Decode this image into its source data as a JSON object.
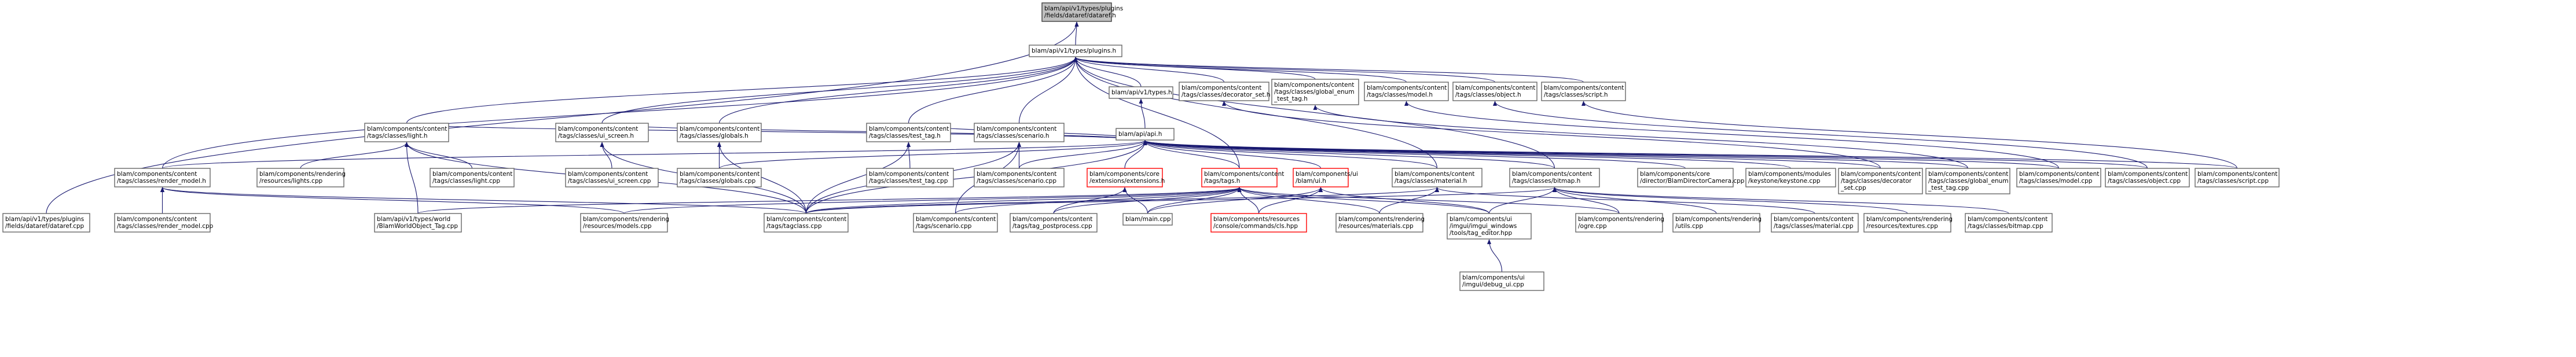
{
  "graph": {
    "colors": {
      "edge": "#191970",
      "root_fill": "#bfbfbf",
      "border": "#666666",
      "alert_border": "#ff0000"
    },
    "nodes": [
      {
        "id": "dataref_h",
        "lines": [
          "blam/api/v1/types/plugins",
          "/fields/dataref/dataref.h"
        ],
        "kind": "root"
      },
      {
        "id": "plugins_h",
        "lines": [
          "blam/api/v1/types/plugins.h"
        ]
      },
      {
        "id": "types_h",
        "lines": [
          "blam/api/v1/types.h"
        ]
      },
      {
        "id": "decorator_set_h",
        "lines": [
          "blam/components/content",
          "/tags/classes/decorator_set.h"
        ]
      },
      {
        "id": "global_enum_test_tag_h",
        "lines": [
          "blam/components/content",
          "/tags/classes/global_enum",
          "_test_tag.h"
        ]
      },
      {
        "id": "model_h",
        "lines": [
          "blam/components/content",
          "/tags/classes/model.h"
        ]
      },
      {
        "id": "object_h",
        "lines": [
          "blam/components/content",
          "/tags/classes/object.h"
        ]
      },
      {
        "id": "script_h",
        "lines": [
          "blam/components/content",
          "/tags/classes/script.h"
        ]
      },
      {
        "id": "api_h",
        "lines": [
          "blam/api/api.h"
        ]
      },
      {
        "id": "light_h",
        "lines": [
          "blam/components/content",
          "/tags/classes/light.h"
        ]
      },
      {
        "id": "ui_screen_h",
        "lines": [
          "blam/components/content",
          "/tags/classes/ui_screen.h"
        ]
      },
      {
        "id": "globals_h",
        "lines": [
          "blam/components/content",
          "/tags/classes/globals.h"
        ]
      },
      {
        "id": "test_tag_h",
        "lines": [
          "blam/components/content",
          "/tags/classes/test_tag.h"
        ]
      },
      {
        "id": "scenario_h",
        "lines": [
          "blam/components/content",
          "/tags/classes/scenario.h"
        ]
      },
      {
        "id": "render_model_h",
        "lines": [
          "blam/components/content",
          "/tags/classes/render_model.h"
        ]
      },
      {
        "id": "lights_cpp",
        "lines": [
          "blam/components/rendering",
          "/resources/lights.cpp"
        ]
      },
      {
        "id": "light_cpp",
        "lines": [
          "blam/components/content",
          "/tags/classes/light.cpp"
        ]
      },
      {
        "id": "ui_screen_cpp",
        "lines": [
          "blam/components/content",
          "/tags/classes/ui_screen.cpp"
        ]
      },
      {
        "id": "globals_cpp",
        "lines": [
          "blam/components/content",
          "/tags/classes/globals.cpp"
        ]
      },
      {
        "id": "test_tag_cpp",
        "lines": [
          "blam/components/content",
          "/tags/classes/test_tag.cpp"
        ]
      },
      {
        "id": "scenario_cpp_c",
        "lines": [
          "blam/components/content",
          "/tags/classes/scenario.cpp"
        ]
      },
      {
        "id": "extensions_h",
        "lines": [
          "blam/components/core",
          "/extensions/extensions.h"
        ],
        "kind": "red"
      },
      {
        "id": "tags_h",
        "lines": [
          "blam/components/content",
          "/tags/tags.h"
        ],
        "kind": "red"
      },
      {
        "id": "ui_h",
        "lines": [
          "blam/components/ui",
          "/blam/ui.h"
        ],
        "kind": "red"
      },
      {
        "id": "material_h",
        "lines": [
          "blam/components/content",
          "/tags/classes/material.h"
        ]
      },
      {
        "id": "bitmap_h",
        "lines": [
          "blam/components/content",
          "/tags/classes/bitmap.h"
        ]
      },
      {
        "id": "camera_cpp",
        "lines": [
          "blam/components/core",
          "/director/BlamDirectorCamera.cpp"
        ]
      },
      {
        "id": "keystone_cpp",
        "lines": [
          "blam/components/modules",
          "/keystone/keystone.cpp"
        ]
      },
      {
        "id": "decorator_set_cpp",
        "lines": [
          "blam/components/content",
          "/tags/classes/decorator",
          "_set.cpp"
        ]
      },
      {
        "id": "global_enum_test_tag_cpp",
        "lines": [
          "blam/components/content",
          "/tags/classes/global_enum",
          "_test_tag.cpp"
        ]
      },
      {
        "id": "model_cpp",
        "lines": [
          "blam/components/content",
          "/tags/classes/model.cpp"
        ]
      },
      {
        "id": "object_cpp",
        "lines": [
          "blam/components/content",
          "/tags/classes/object.cpp"
        ]
      },
      {
        "id": "script_cpp",
        "lines": [
          "blam/components/content",
          "/tags/classes/script.cpp"
        ]
      },
      {
        "id": "dataref_cpp",
        "lines": [
          "blam/api/v1/types/plugins",
          "/fields/dataref/dataref.cpp"
        ]
      },
      {
        "id": "render_model_cpp",
        "lines": [
          "blam/components/content",
          "/tags/classes/render_model.cpp"
        ]
      },
      {
        "id": "world_object_tag_cpp",
        "lines": [
          "blam/api/v1/types/world",
          "/BlamWorldObject_Tag.cpp"
        ]
      },
      {
        "id": "models_cpp",
        "lines": [
          "blam/components/rendering",
          "/resources/models.cpp"
        ]
      },
      {
        "id": "tagclass_cpp",
        "lines": [
          "blam/components/content",
          "/tags/tagclass.cpp"
        ]
      },
      {
        "id": "scenario_cpp",
        "lines": [
          "blam/components/content",
          "/tags/scenario.cpp"
        ]
      },
      {
        "id": "tag_postprocess_cpp",
        "lines": [
          "blam/components/content",
          "/tags/tag_postprocess.cpp"
        ]
      },
      {
        "id": "main_cpp",
        "lines": [
          "blam/main.cpp"
        ]
      },
      {
        "id": "cls_hpp",
        "lines": [
          "blam/components/resources",
          "/console/commands/cls.hpp"
        ],
        "kind": "red"
      },
      {
        "id": "materials_cpp",
        "lines": [
          "blam/components/rendering",
          "/resources/materials.cpp"
        ]
      },
      {
        "id": "tag_editor_hpp",
        "lines": [
          "blam/components/ui",
          "/imgui/imgui_windows",
          "/tools/tag_editor.hpp"
        ]
      },
      {
        "id": "ogre_cpp",
        "lines": [
          "blam/components/rendering",
          "/ogre.cpp"
        ]
      },
      {
        "id": "utils_cpp",
        "lines": [
          "blam/components/rendering",
          "/utils.cpp"
        ]
      },
      {
        "id": "material_cpp",
        "lines": [
          "blam/components/content",
          "/tags/classes/material.cpp"
        ]
      },
      {
        "id": "textures_cpp",
        "lines": [
          "blam/components/rendering",
          "/resources/textures.cpp"
        ]
      },
      {
        "id": "bitmap_cpp",
        "lines": [
          "blam/components/content",
          "/tags/classes/bitmap.cpp"
        ]
      },
      {
        "id": "debug_ui_cpp",
        "lines": [
          "blam/components/ui",
          "/imgui/debug_ui.cpp"
        ]
      }
    ],
    "edges": [
      [
        "plugins_h",
        "dataref_h"
      ],
      [
        "dataref_cpp",
        "dataref_h"
      ],
      [
        "types_h",
        "plugins_h"
      ],
      [
        "decorator_set_h",
        "plugins_h"
      ],
      [
        "global_enum_test_tag_h",
        "plugins_h"
      ],
      [
        "model_h",
        "plugins_h"
      ],
      [
        "object_h",
        "plugins_h"
      ],
      [
        "script_h",
        "plugins_h"
      ],
      [
        "light_h",
        "plugins_h"
      ],
      [
        "ui_screen_h",
        "plugins_h"
      ],
      [
        "globals_h",
        "plugins_h"
      ],
      [
        "test_tag_h",
        "plugins_h"
      ],
      [
        "scenario_h",
        "plugins_h"
      ],
      [
        "render_model_h",
        "plugins_h"
      ],
      [
        "tags_h",
        "plugins_h"
      ],
      [
        "material_h",
        "plugins_h"
      ],
      [
        "bitmap_h",
        "plugins_h"
      ],
      [
        "api_h",
        "types_h"
      ],
      [
        "decorator_set_cpp",
        "decorator_set_h"
      ],
      [
        "global_enum_test_tag_cpp",
        "global_enum_test_tag_h"
      ],
      [
        "model_cpp",
        "model_h"
      ],
      [
        "object_cpp",
        "object_h"
      ],
      [
        "script_cpp",
        "script_h"
      ],
      [
        "light_h",
        "api_h"
      ],
      [
        "ui_screen_h",
        "api_h"
      ],
      [
        "test_tag_h",
        "api_h"
      ],
      [
        "render_model_h",
        "api_h"
      ],
      [
        "extensions_h",
        "api_h"
      ],
      [
        "tags_h",
        "api_h"
      ],
      [
        "ui_h",
        "api_h"
      ],
      [
        "material_h",
        "api_h"
      ],
      [
        "bitmap_h",
        "api_h"
      ],
      [
        "camera_cpp",
        "api_h"
      ],
      [
        "keystone_cpp",
        "api_h"
      ],
      [
        "decorator_set_cpp",
        "api_h"
      ],
      [
        "global_enum_test_tag_cpp",
        "api_h"
      ],
      [
        "model_cpp",
        "api_h"
      ],
      [
        "object_cpp",
        "api_h"
      ],
      [
        "script_cpp",
        "api_h"
      ],
      [
        "globals_cpp",
        "api_h"
      ],
      [
        "scenario_cpp_c",
        "api_h"
      ],
      [
        "tagclass_cpp",
        "api_h"
      ],
      [
        "lights_cpp",
        "light_h"
      ],
      [
        "light_cpp",
        "light_h"
      ],
      [
        "tagclass_cpp",
        "light_h"
      ],
      [
        "world_object_tag_cpp",
        "light_h"
      ],
      [
        "ui_screen_cpp",
        "ui_screen_h"
      ],
      [
        "tagclass_cpp",
        "ui_screen_h"
      ],
      [
        "globals_cpp",
        "globals_h"
      ],
      [
        "tagclass_cpp",
        "globals_h"
      ],
      [
        "test_tag_cpp",
        "test_tag_h"
      ],
      [
        "tagclass_cpp",
        "test_tag_h"
      ],
      [
        "scenario_cpp_c",
        "scenario_h"
      ],
      [
        "tagclass_cpp",
        "scenario_h"
      ],
      [
        "scenario_cpp",
        "scenario_h"
      ],
      [
        "render_model_cpp",
        "render_model_h"
      ],
      [
        "models_cpp",
        "render_model_h"
      ],
      [
        "tagclass_cpp",
        "render_model_h"
      ],
      [
        "main_cpp",
        "extensions_h"
      ],
      [
        "tag_postprocess_cpp",
        "extensions_h"
      ],
      [
        "world_object_tag_cpp",
        "tags_h"
      ],
      [
        "models_cpp",
        "tags_h"
      ],
      [
        "tagclass_cpp",
        "tags_h"
      ],
      [
        "scenario_cpp",
        "tags_h"
      ],
      [
        "tag_postprocess_cpp",
        "tags_h"
      ],
      [
        "main_cpp",
        "tags_h"
      ],
      [
        "cls_hpp",
        "tags_h"
      ],
      [
        "materials_cpp",
        "tags_h"
      ],
      [
        "tag_editor_hpp",
        "tags_h"
      ],
      [
        "ogre_cpp",
        "tags_h"
      ],
      [
        "main_cpp",
        "ui_h"
      ],
      [
        "cls_hpp",
        "ui_h"
      ],
      [
        "tag_editor_hpp",
        "ui_h"
      ],
      [
        "material_cpp",
        "material_h"
      ],
      [
        "materials_cpp",
        "material_h"
      ],
      [
        "tagclass_cpp",
        "material_h"
      ],
      [
        "bitmap_cpp",
        "bitmap_h"
      ],
      [
        "textures_cpp",
        "bitmap_h"
      ],
      [
        "utils_cpp",
        "bitmap_h"
      ],
      [
        "ogre_cpp",
        "bitmap_h"
      ],
      [
        "tag_editor_hpp",
        "bitmap_h"
      ],
      [
        "tagclass_cpp",
        "bitmap_h"
      ],
      [
        "debug_ui_cpp",
        "tag_editor_hpp"
      ]
    ]
  }
}
